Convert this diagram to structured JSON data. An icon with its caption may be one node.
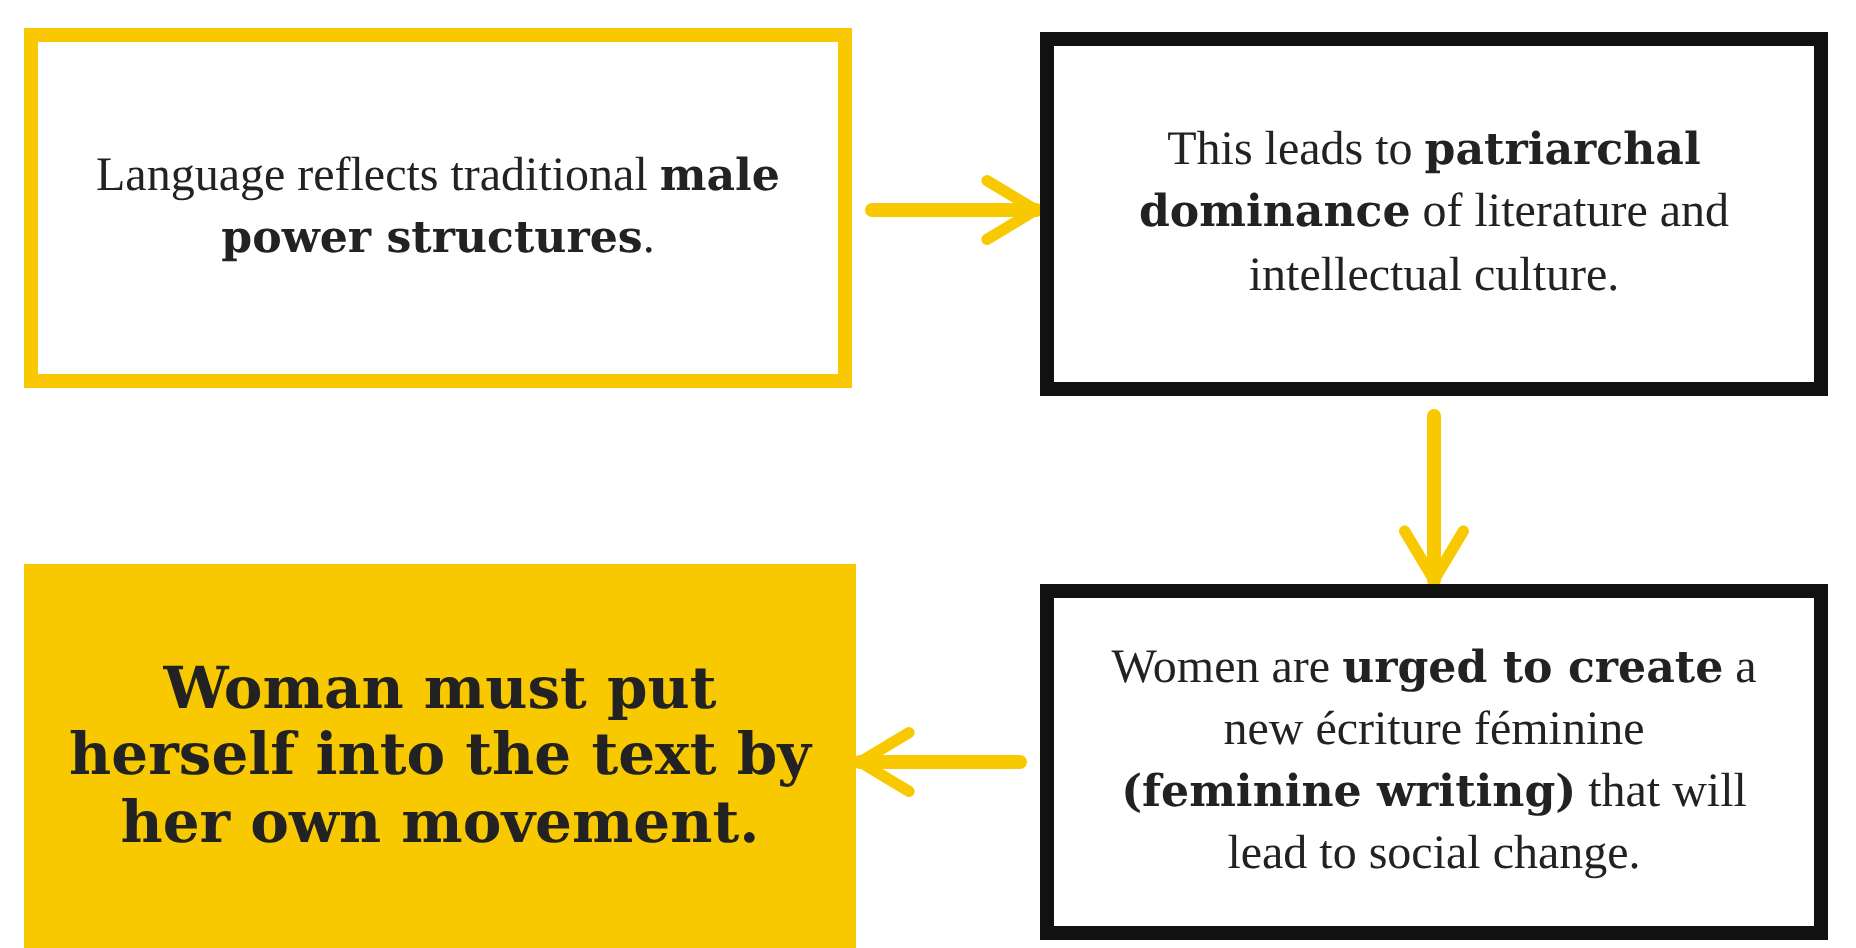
{
  "diagram": {
    "nodes": [
      {
        "text": [
          "Language reflects traditional **male power structures**."
        ]
      },
      {
        "text": [
          "This leads to **patriarchal dominance** of literature and intellectual culture."
        ]
      },
      {
        "text": [
          "Woman must put herself into the text by her own movement."
        ]
      },
      {
        "text": [
          "Women are **urged to create** a new écriture féminine **(feminine writing)** that will lead to social change."
        ]
      }
    ],
    "edges": [
      {
        "from": 0,
        "to": 1,
        "arrow": "to"
      },
      {
        "from": 1,
        "to": 3,
        "arrow": "to"
      },
      {
        "from": 3,
        "to": 2,
        "arrow": "to"
      }
    ]
  }
}
